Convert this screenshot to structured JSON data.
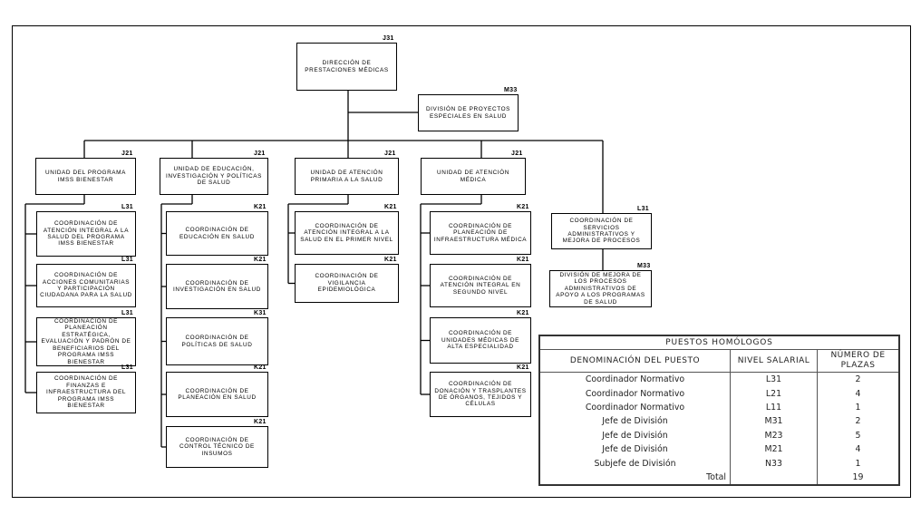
{
  "chart": {
    "root": {
      "code": "J31",
      "label": "Dirección de Prestaciones Médicas"
    },
    "staff": {
      "code": "M33",
      "label": "División de Proyectos Especiales en Salud"
    },
    "units": [
      {
        "code": "J21",
        "label": "Unidad del Programa IMSS Bienestar",
        "children": [
          {
            "code": "L31",
            "label": "Coordinación de Atención Integral a la Salud del Programa IMSS Bienestar"
          },
          {
            "code": "L31",
            "label": "Coordinación de Acciones Comunitarias y Participación Ciudadana para la Salud"
          },
          {
            "code": "L31",
            "label": "Coordinación de Planeación Estratégica, Evaluación y Padrón de Beneficiarios del Programa IMSS Bienestar"
          },
          {
            "code": "L31",
            "label": "Coordinación de Finanzas e Infraestructura del Programa IMSS Bienestar"
          }
        ]
      },
      {
        "code": "J21",
        "label": "Unidad de Educación, Investigación y Políticas de Salud",
        "children": [
          {
            "code": "K21",
            "label": "Coordinación de Educación en Salud"
          },
          {
            "code": "K21",
            "label": "Coordinación de Investigación en Salud"
          },
          {
            "code": "K31",
            "label": "Coordinación de Políticas de Salud"
          },
          {
            "code": "K21",
            "label": "Coordinación de Planeación en Salud"
          },
          {
            "code": "K21",
            "label": "Coordinación de Control Técnico de Insumos"
          }
        ]
      },
      {
        "code": "J21",
        "label": "Unidad de Atención Primaria a la Salud",
        "children": [
          {
            "code": "K21",
            "label": "Coordinación de Atención Integral a la Salud en el Primer Nivel"
          },
          {
            "code": "K21",
            "label": "Coordinación de Vigilancia Epidemiológica"
          }
        ]
      },
      {
        "code": "J21",
        "label": "Unidad de Atención Médica",
        "children": [
          {
            "code": "K21",
            "label": "Coordinación de Planeación de Infraestructura Médica"
          },
          {
            "code": "K21",
            "label": "Coordinación de Atención Integral en Segundo Nivel"
          },
          {
            "code": "K21",
            "label": "Coordinación de Unidades Médicas de Alta Especialidad"
          },
          {
            "code": "K21",
            "label": "Coordinación de Donación y Trasplantes de Órganos, Tejidos y Células"
          }
        ]
      }
    ],
    "services": {
      "code": "L31",
      "label": "Coordinación de Servicios Administrativos y Mejora de Procesos",
      "child": {
        "code": "M33",
        "label": "División de Mejora de los Procesos Administrativos de Apoyo a los Programas de Salud"
      }
    }
  },
  "table": {
    "title": "PUESTOS HOMÓLOGOS",
    "headers": [
      "DENOMINACIÓN DEL PUESTO",
      "NIVEL SALARIAL",
      "NÚMERO DE PLAZAS"
    ],
    "rows": [
      [
        "Coordinador Normativo",
        "L31",
        "2"
      ],
      [
        "Coordinador Normativo",
        "L21",
        "4"
      ],
      [
        "Coordinador Normativo",
        "L11",
        "1"
      ],
      [
        "Jefe de División",
        "M31",
        "2"
      ],
      [
        "Jefe de División",
        "M23",
        "5"
      ],
      [
        "Jefe de División",
        "M21",
        "4"
      ],
      [
        "Subjefe de División",
        "N33",
        "1"
      ]
    ],
    "total_label": "Total",
    "total_value": "19"
  }
}
